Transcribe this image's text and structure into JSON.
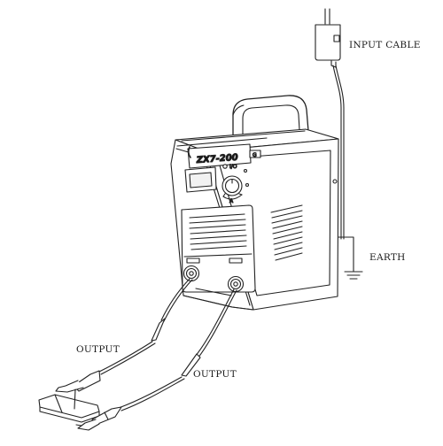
{
  "labels": {
    "input_cable": "INPUT CABLE",
    "earth": "EARTH",
    "output_top": "OUTPUT",
    "output_bottom": "OUTPUT"
  },
  "machine": {
    "model": "ZX7-200",
    "brand_badge": "G",
    "indicator_text": "I/O"
  },
  "colors": {
    "line": "#222222",
    "fill": "#ffffff",
    "light_fill": "#f2f2f2"
  }
}
